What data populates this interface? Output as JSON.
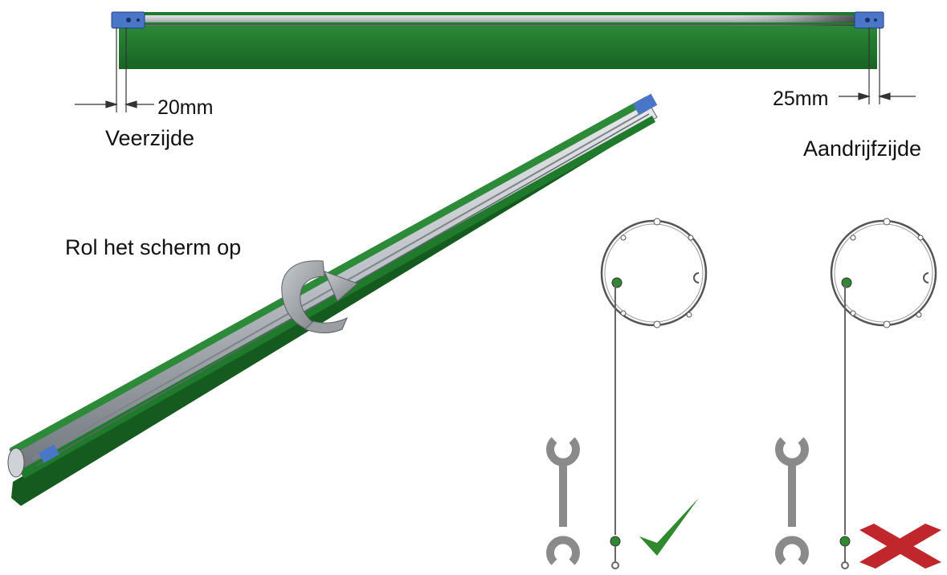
{
  "labels": {
    "dim_left": "20mm",
    "dim_right": "25mm",
    "spring_side": "Veerzijde",
    "drive_side": "Aandrijfzijde",
    "instruction": "Rol het scherm op"
  },
  "colors": {
    "screen_green": "#1f7a2c",
    "screen_green_dark": "#155a1e",
    "tube_grey": "#9aa0a6",
    "endcap_blue": "#4a76c7",
    "correct_check": "#2f8a2f",
    "wrong_cross": "#c0272d",
    "profile_grey": "#8a8a8a"
  },
  "icons": {
    "correct": "checkmark-icon",
    "wrong": "cross-icon"
  }
}
